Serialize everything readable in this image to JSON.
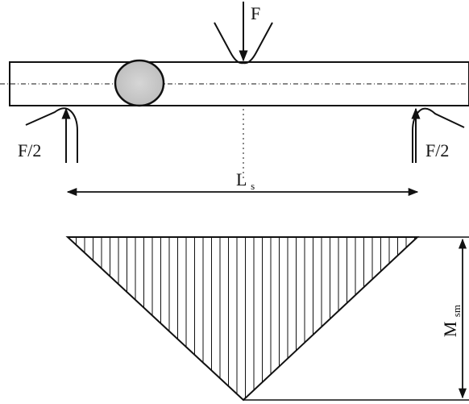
{
  "diagram": {
    "load_label": "F",
    "left_reaction_label": "F/2",
    "right_reaction_label": "F/2",
    "span_label_main": "L",
    "span_label_sub": "s",
    "moment_label_main": "M",
    "moment_label_sub": "sm"
  },
  "colors": {
    "line": "#111111",
    "specimen_fill": "#c8c8c8",
    "background": "#ffffff"
  }
}
